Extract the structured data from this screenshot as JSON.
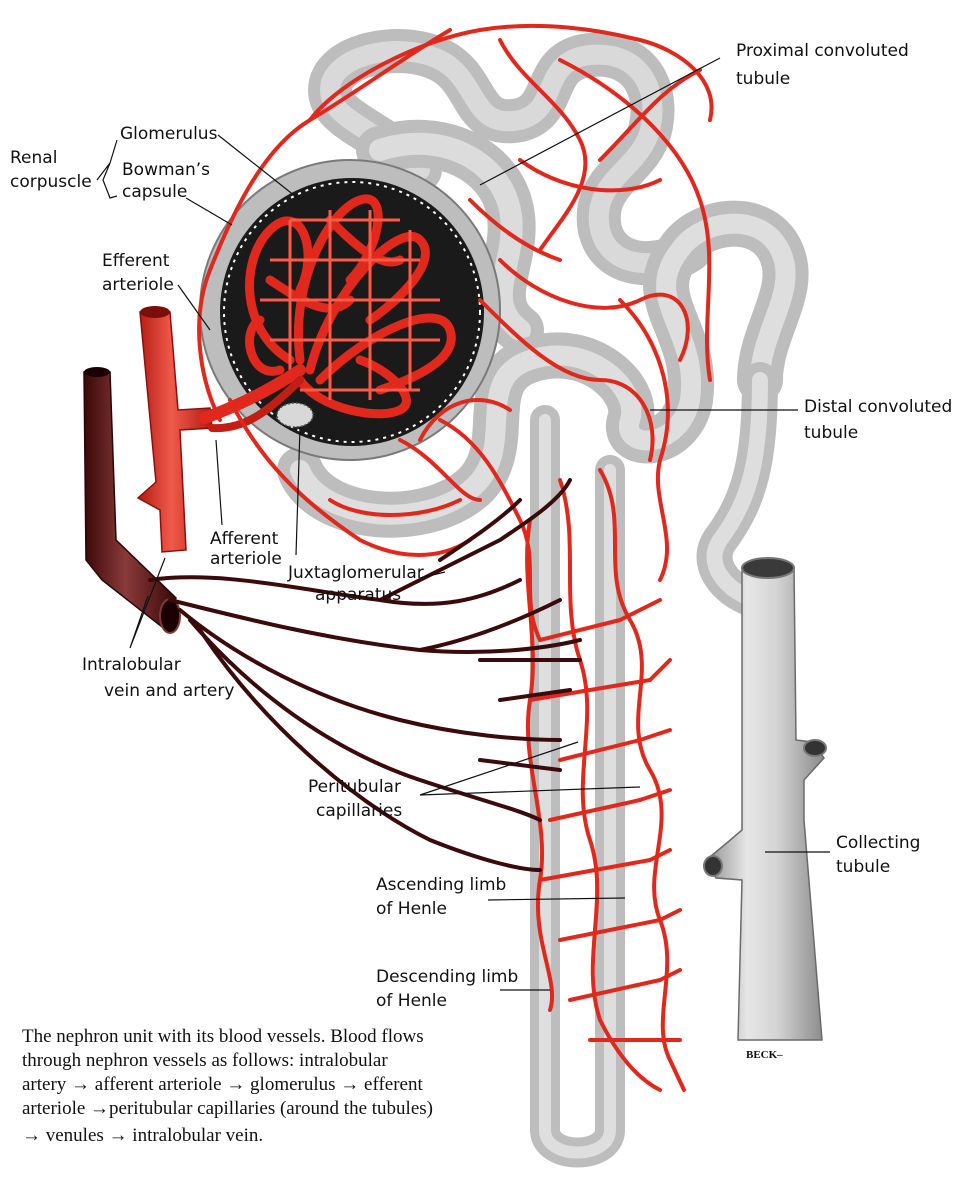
{
  "colors": {
    "artery": "#e0281c",
    "vein": "#4a0f10",
    "tubule": "#c9c9c9",
    "tubule_shade": "#9a9a9a",
    "background": "#ffffff"
  },
  "labels": {
    "renal_corpuscle_1": "Renal",
    "renal_corpuscle_2": "corpuscle",
    "glomerulus": "Glomerulus",
    "bowmans_1": "Bowman’s",
    "bowmans_2": "capsule",
    "efferent_1": "Efferent",
    "efferent_2": "arteriole",
    "afferent_1": "Afferent",
    "afferent_2": "arteriole",
    "juxta_1": "Juxtaglomerular",
    "juxta_2": "apparatus",
    "intralobular_1": "Intralobular",
    "intralobular_2": "vein and artery",
    "proximal_1": "Proximal convoluted",
    "proximal_2": "tubule",
    "distal_1": "Distal convoluted",
    "distal_2": "tubule",
    "peritubular_1": "Peritubular",
    "peritubular_2": "capillaries",
    "ascending_1": "Ascending limb",
    "ascending_2": "of Henle",
    "descending_1": "Descending limb",
    "descending_2": "of Henle",
    "collecting_1": "Collecting",
    "collecting_2": "tubule"
  },
  "caption": {
    "line1": "The nephron unit with its blood vessels. Blood flows",
    "line2": "through nephron vessels as follows: intralobular",
    "line3": "artery → afferent arteriole → glomerulus → efferent",
    "line4": "arteriole →peritubular capillaries (around the tubules)",
    "line5": "→ venules → intralobular vein."
  },
  "signature": "BECK–"
}
